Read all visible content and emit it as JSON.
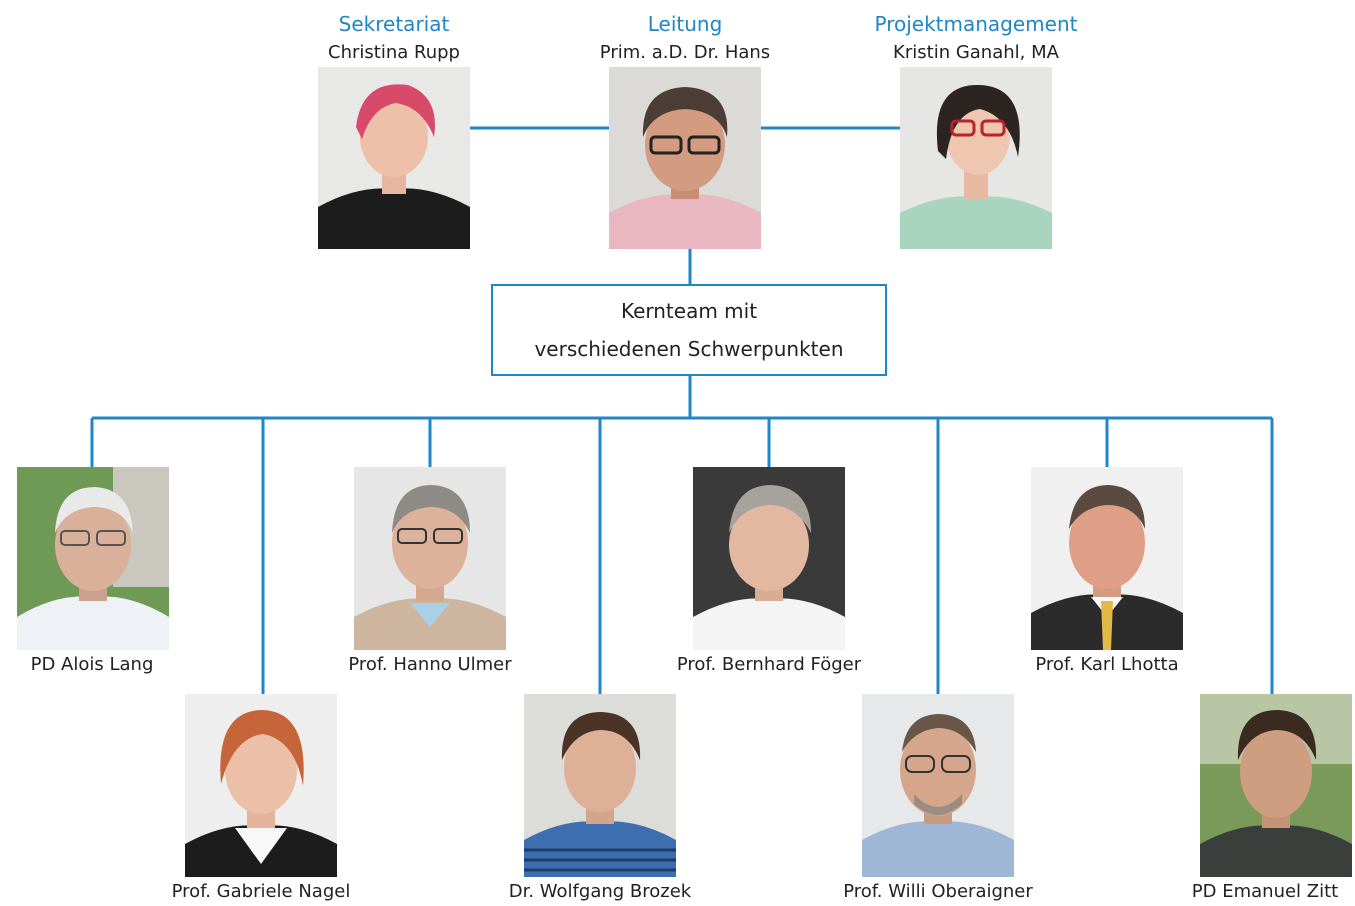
{
  "top": {
    "secretariat": {
      "role": "Sekretariat",
      "name": "Christina Rupp"
    },
    "lead": {
      "role": "Leitung",
      "name": "Prim. a.D. Dr. Hans"
    },
    "pm": {
      "role": "Projektmanagement",
      "name": "Kristin Ganahl, MA"
    }
  },
  "core": {
    "line1": "Kernteam mit",
    "line2": "verschiedenen Schwerpunkten"
  },
  "members": [
    "PD Alois Lang",
    "Prof. Gabriele Nagel",
    "Prof. Hanno Ulmer",
    "Dr. Wolfgang Brozek",
    "Prof. Bernhard Föger",
    "Prof. Willi Oberaigner",
    "Prof. Karl Lhotta",
    "PD Emanuel Zitt"
  ],
  "colors": {
    "accent": "#1f86c8",
    "text": "#222222"
  }
}
